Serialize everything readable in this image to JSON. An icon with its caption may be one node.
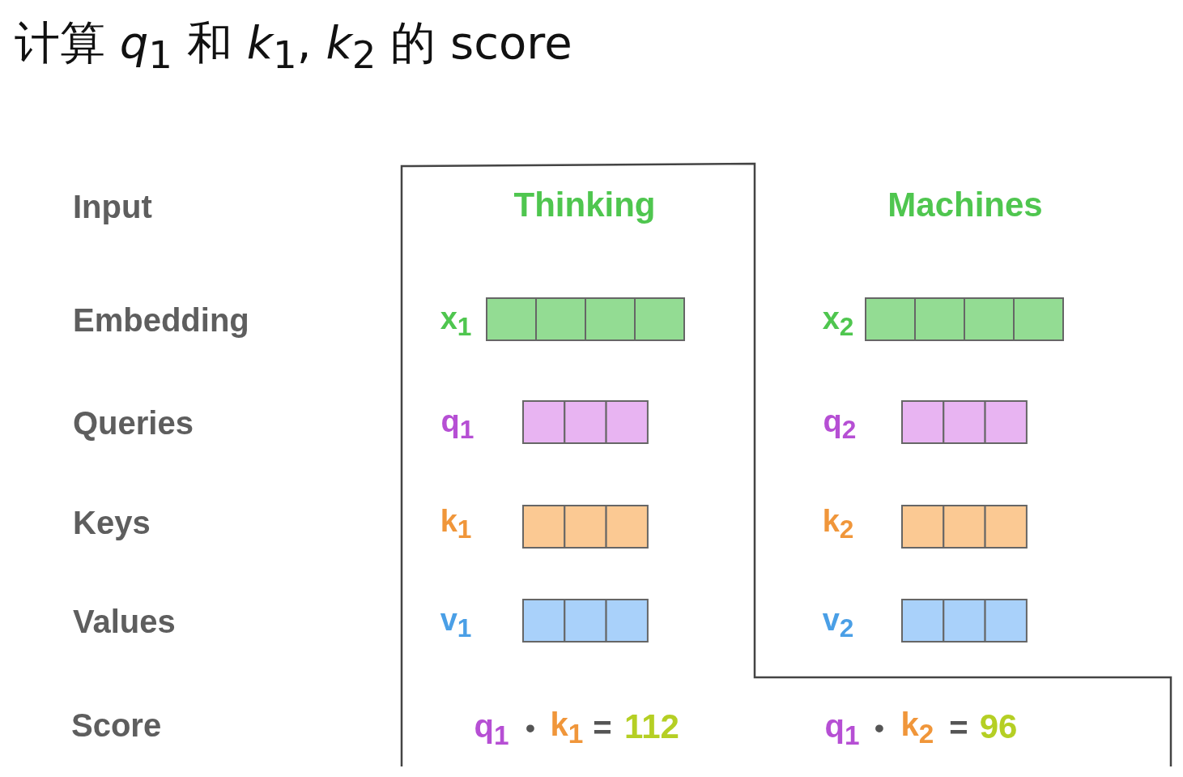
{
  "diagram": {
    "title": "计算 *q*$_{1}$ 和 *k*$_{1}$, *k*$_{2}$ 的 score",
    "labels": [
      "Input",
      "Thinking",
      "Machines",
      "Embedding",
      "x$_{1}$",
      "x$_{2}$",
      "Queries",
      "q$_{1}$",
      "q$_{2}$",
      "Keys",
      "k$_{1}$",
      "k$_{2}$",
      "Values",
      "v$_{1}$",
      "v$_{2}$",
      "Score",
      "q$_{1}$",
      "•",
      "k$_{1}$",
      "=",
      "112",
      "q$_{1}$",
      "•",
      "k$_{2}$",
      "=",
      "96"
    ]
  }
}
